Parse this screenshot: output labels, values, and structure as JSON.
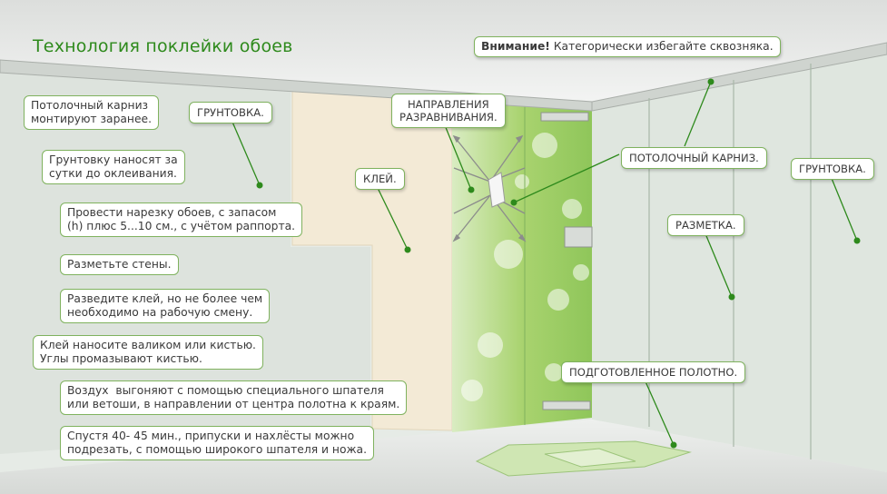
{
  "title": "Технология поклейки обоев",
  "warning": {
    "bold": "Внимание!",
    "text": " Категорически избегайте сквозняка."
  },
  "steps": [
    "Потолочный карниз\nмонтируют заранее.",
    "Грунтовку наносят за\nсутки до оклеивания.",
    "Провести нарезку обоев, с запасом\n(h) плюс 5...10 см., с учётом раппорта.",
    "Разметьте стены.",
    "Разведите клей, но не более чем\nнеобходимо на рабочую смену.",
    "Клей наносите валиком или кистью.\nУглы промазывают кистью.",
    "Воздух  выгоняют с помощью специального шпателя\nили ветоши, в направлении от центра полотна к краям.",
    "Спустя 40- 45 мин., припуски и нахлёсты можно\nподрезать, с помощью широкого шпателя и ножа."
  ],
  "labels": {
    "primer_left": "ГРУНТОВКА.",
    "direction": "НАПРАВЛЕНИЯ\nРАЗРАВНИВАНИЯ.",
    "glue": "КЛЕЙ.",
    "cornice": "ПОТОЛОЧНЫЙ КАРНИЗ.",
    "primer_right": "ГРУНТОВКА.",
    "marking": "РАЗМЕТКА.",
    "prepared": "ПОДГОТОВЛЕННОЕ ПОЛОТНО."
  },
  "colors": {
    "accent": "#2e8a1c",
    "border": "#7fb25e",
    "glue": "#f3ead6",
    "wall_left": "#e6ebe6",
    "wall_right": "#dfe6df",
    "wallpaper": "#b9dc8a",
    "dot": "#2e8a1c"
  }
}
